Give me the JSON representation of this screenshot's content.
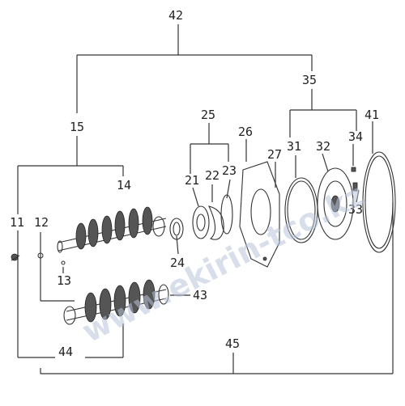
{
  "callouts": {
    "n11": "11",
    "n12": "12",
    "n13": "13",
    "n14": "14",
    "n15": "15",
    "n21": "21",
    "n22": "22",
    "n23": "23",
    "n24": "24",
    "n25": "25",
    "n26": "26",
    "n27": "27",
    "n31": "31",
    "n32": "32",
    "n33": "33",
    "n34": "34",
    "n35": "35",
    "n41": "41",
    "n42": "42",
    "n43": "43",
    "n44": "44",
    "n45": "45"
  },
  "watermark": "www.ekirin-tco.kz",
  "colors": {
    "ink": "#333333",
    "watermark": "#b9c4d9",
    "background": "#ffffff"
  }
}
